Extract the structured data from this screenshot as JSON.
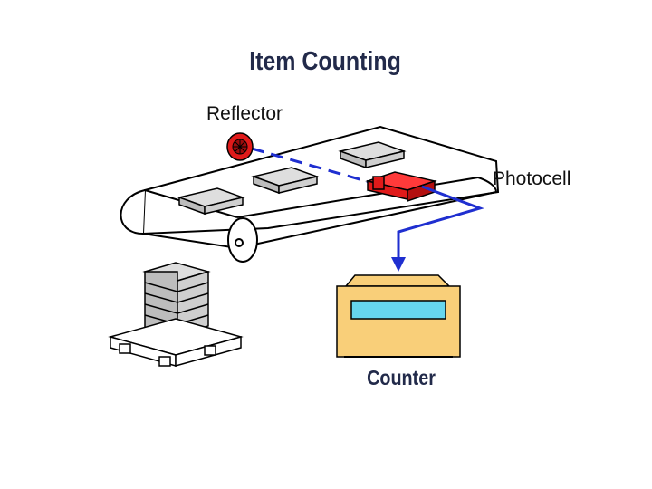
{
  "title": "Item Counting",
  "labels": {
    "reflector": "Reflector",
    "photocell": "Photocell",
    "counter": "Counter"
  },
  "colors": {
    "title_text": "#222a4a",
    "beam": "#1f2fd0",
    "photocell_body": "#e01a1a",
    "reflector_body": "#e01a1a",
    "counter_body": "#f9cf79",
    "counter_display": "#66d6ee",
    "box_top": "#dedede",
    "box_side": "#bdbdbd"
  },
  "icons": {
    "reflector": "reflector-icon",
    "photocell": "photocell-icon",
    "counter": "counter-icon",
    "pallet": "pallet-stack-icon"
  }
}
